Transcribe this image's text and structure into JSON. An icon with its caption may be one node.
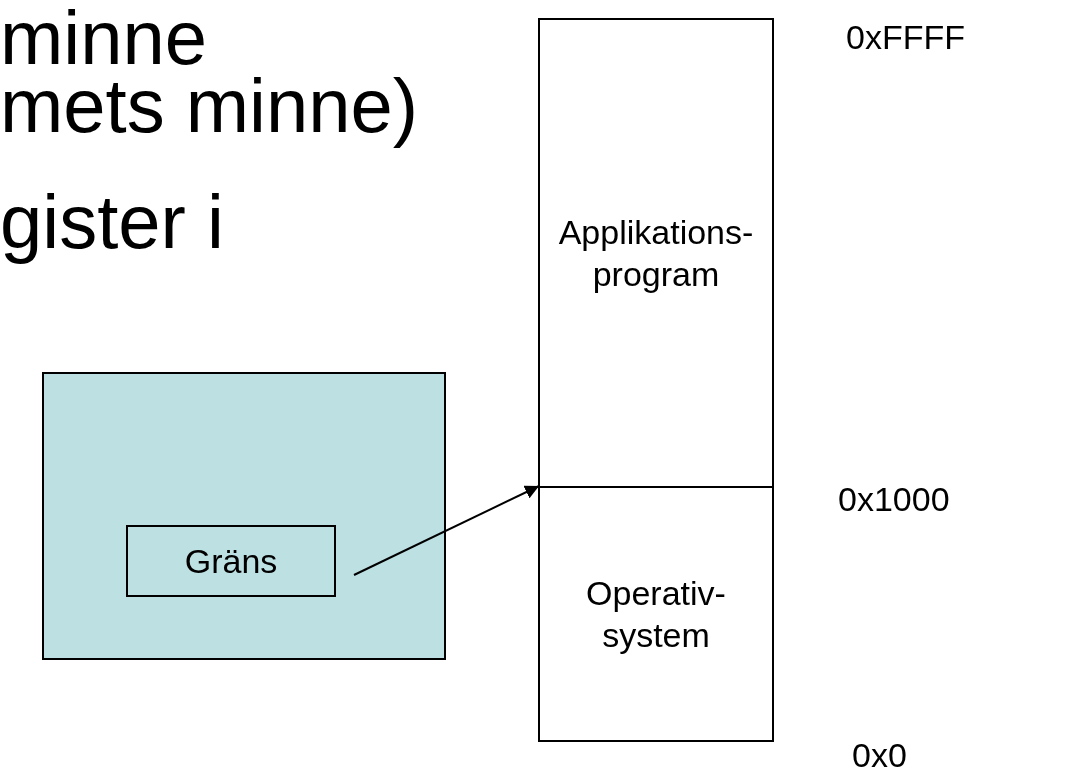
{
  "diagram": {
    "nodes": [
      {
        "text": [],
        "shape": "box"
      },
      {
        "text": [
          "Gräns"
        ],
        "in": 0
      },
      {
        "text": [
          "Applikations- program"
        ]
      },
      {
        "text": [
          "Operativ- system"
        ]
      }
    ],
    "edges": [
      {
        "from": 1,
        "to": 3,
        "arrow": "to"
      }
    ],
    "labels": [
      "minne",
      "mets minne)",
      "gister i",
      "0xFFFF",
      "0x1000",
      "0x0"
    ]
  }
}
